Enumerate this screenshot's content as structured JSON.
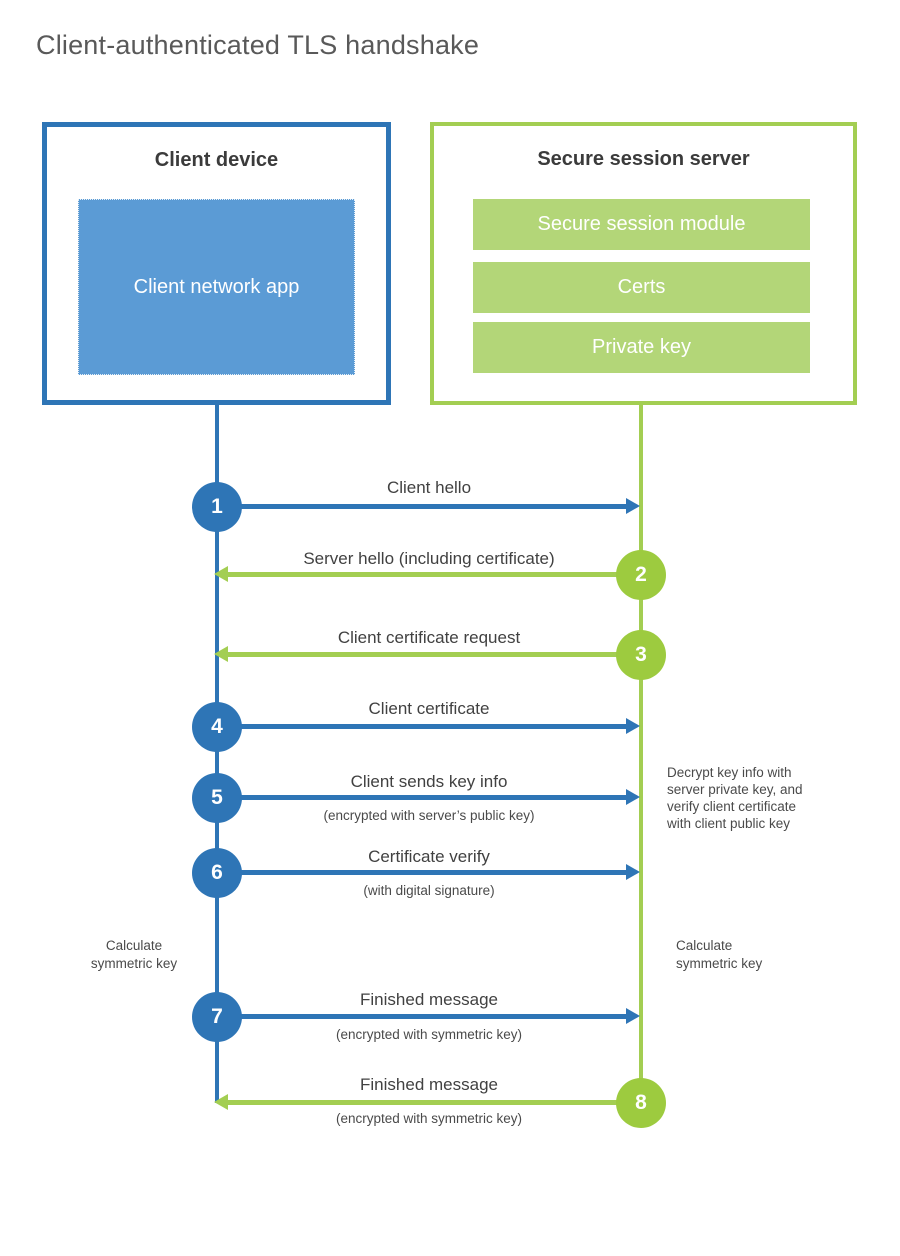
{
  "page": {
    "title": "Client-authenticated TLS handshake"
  },
  "colors": {
    "blue": "#2E75B6",
    "blue_fill": "#5B9BD5",
    "green_line": "#A3CE52",
    "green_fill": "#B3D678",
    "green_circle": "#9DCB3F"
  },
  "client_box": {
    "title": "Client device",
    "app_label": "Client network app"
  },
  "server_box": {
    "title": "Secure session server",
    "modules": [
      "Secure session module",
      "Certs",
      "Private key"
    ]
  },
  "steps": [
    {
      "number": "1",
      "from": "client",
      "label": "Client hello",
      "sublabel": ""
    },
    {
      "number": "2",
      "from": "server",
      "label": "Server hello (including certificate)",
      "sublabel": ""
    },
    {
      "number": "3",
      "from": "server",
      "label": "Client certificate request",
      "sublabel": ""
    },
    {
      "number": "4",
      "from": "client",
      "label": "Client certificate",
      "sublabel": ""
    },
    {
      "number": "5",
      "from": "client",
      "label": "Client sends key info",
      "sublabel": "(encrypted with server’s public key)"
    },
    {
      "number": "6",
      "from": "client",
      "label": "Certificate verify",
      "sublabel": "(with digital signature)"
    },
    {
      "number": "7",
      "from": "client",
      "label": "Finished message",
      "sublabel": "(encrypted with symmetric key)"
    },
    {
      "number": "8",
      "from": "server",
      "label": "Finished message",
      "sublabel": "(encrypted with symmetric key)"
    }
  ],
  "annotations": {
    "decrypt": {
      "lines": [
        "Decrypt key info with",
        "server private key, and",
        "verify client certificate",
        "with client public key"
      ]
    },
    "calc_left": {
      "lines": [
        "Calculate",
        "symmetric key"
      ]
    },
    "calc_right": {
      "lines": [
        "Calculate",
        "symmetric key"
      ]
    }
  }
}
